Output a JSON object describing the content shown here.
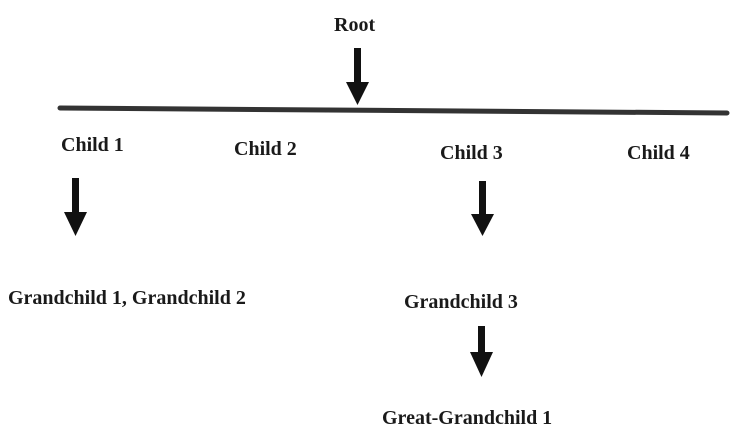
{
  "nodes": {
    "root": "Root",
    "child_1": "Child 1",
    "child_2": "Child 2",
    "child_3": "Child 3",
    "child_4": "Child 4",
    "grandchildren_1_2": "Grandchild 1, Grandchild 2",
    "grandchild_3": "Grandchild 3",
    "great_grandchild_1": "Great-Grandchild 1"
  },
  "colors": {
    "line": "#333333",
    "arrow": "#111111",
    "text": "#1a1a1a"
  }
}
